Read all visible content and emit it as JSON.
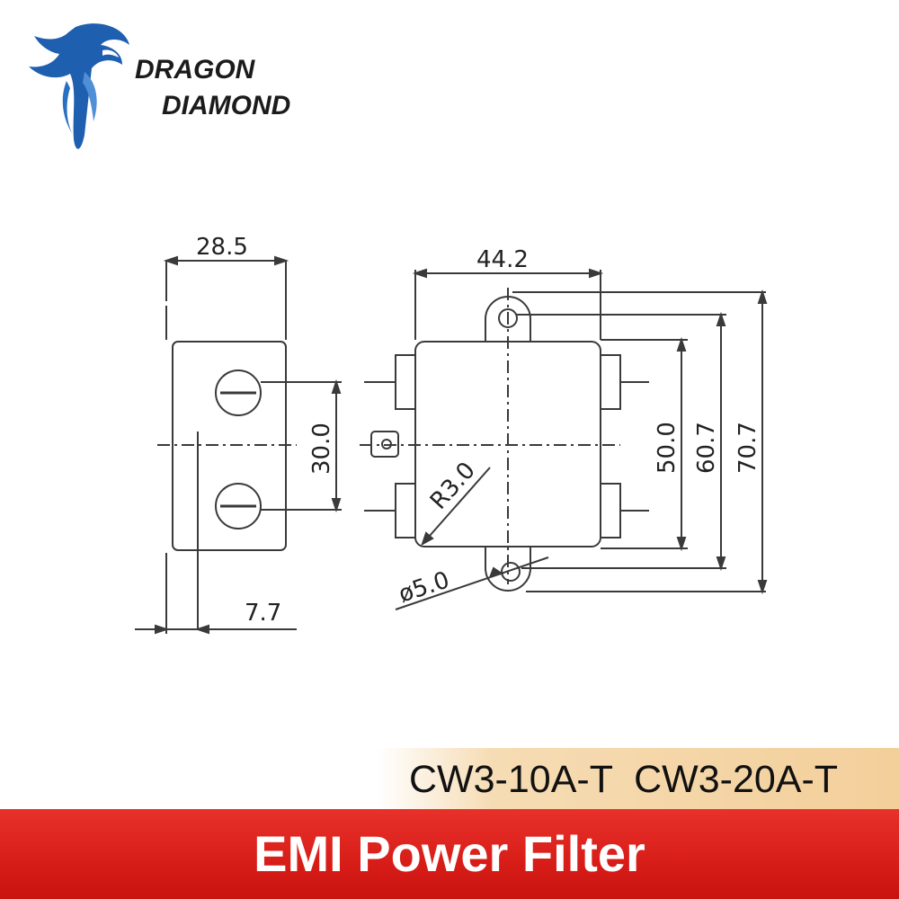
{
  "brand": {
    "line1": "DRAGON",
    "line2": "DIAMOND"
  },
  "dimensions": {
    "side_width": "28.5",
    "front_width": "44.2",
    "hole_spacing_side": "30.0",
    "body_height": "50.0",
    "mount_hole_spacing": "60.7",
    "overall_height": "70.7",
    "corner_radius": "R3.0",
    "hole_diameter": "ø5.0",
    "flange_offset": "7.7"
  },
  "models": "CW3-10A-T  CW3-20A-T",
  "title": "EMI Power Filter",
  "colors": {
    "title_bar": "#d81d18",
    "model_band": "#f3cf9a",
    "logo": "#1e5fb0"
  }
}
